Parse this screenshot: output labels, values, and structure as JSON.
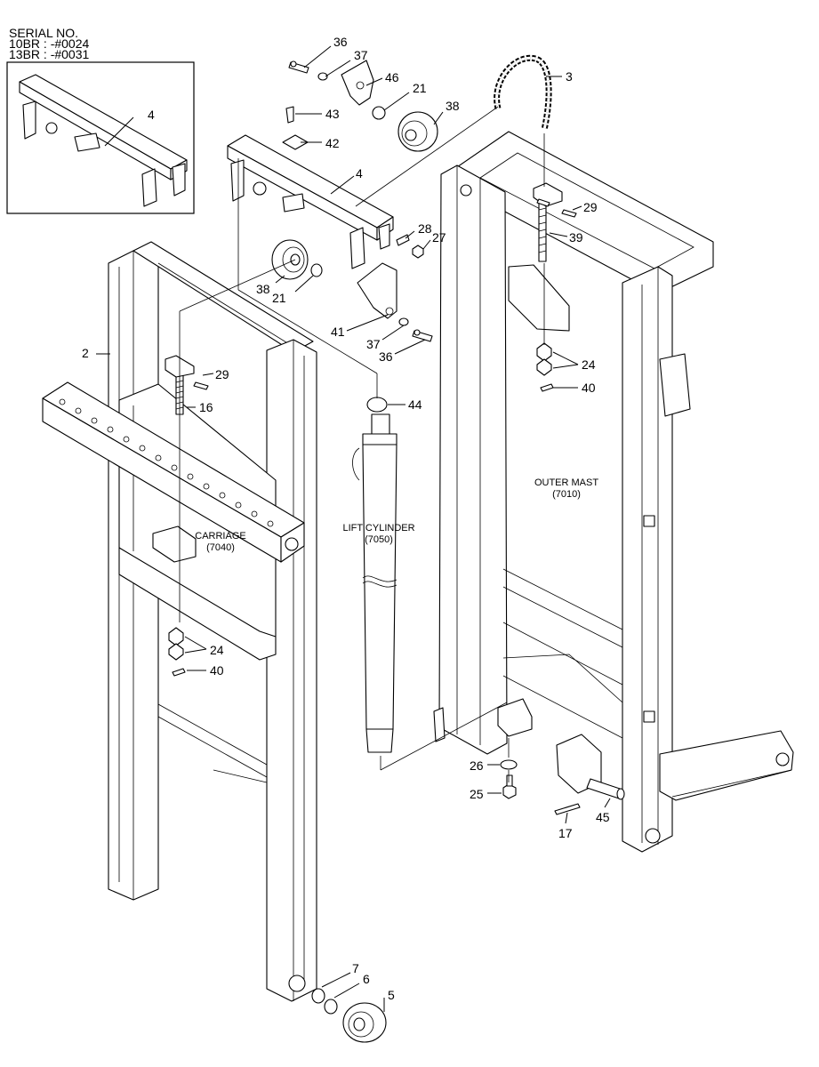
{
  "serial": {
    "heading": "SERIAL NO.",
    "line1": "10BR : -#0024",
    "line2": "13BR : -#0031"
  },
  "assemblies": {
    "carriage": "CARRIAGE",
    "carriage_code": "(7040)",
    "lift_cylinder": "LIFT CYLINDER",
    "lift_cylinder_code": "(7050)",
    "outer_mast": "OUTER MAST",
    "outer_mast_code": "(7010)"
  },
  "callouts": {
    "c36a": "36",
    "c37a": "37",
    "c46": "46",
    "c21a": "21",
    "c38a": "38",
    "c43": "43",
    "c42": "42",
    "c4inset": "4",
    "c4main": "4",
    "c28": "28",
    "c27": "27",
    "c38b": "38",
    "c21b": "21",
    "c41": "41",
    "c37b": "37",
    "c36b": "36",
    "c44": "44",
    "c3": "3",
    "c29a": "29",
    "c39": "39",
    "c24a": "24",
    "c40a": "40",
    "c2": "2",
    "c29b": "29",
    "c16": "16",
    "c24b": "24",
    "c40b": "40",
    "c26": "26",
    "c25": "25",
    "c17": "17",
    "c45": "45",
    "c7": "7",
    "c6": "6",
    "c5": "5"
  }
}
